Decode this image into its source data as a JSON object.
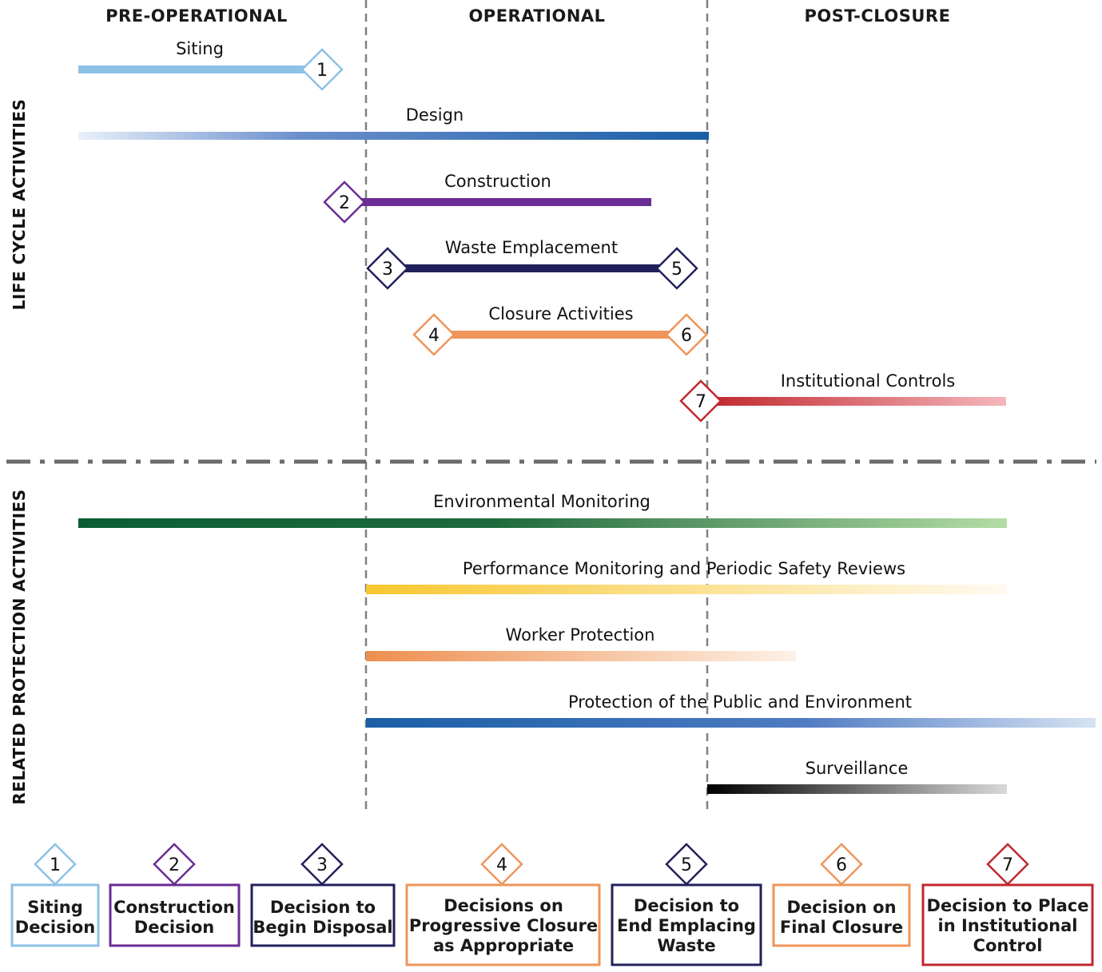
{
  "phases": [
    {
      "id": "pre",
      "label": "PRE-OPERATIONAL"
    },
    {
      "id": "op",
      "label": "OPERATIONAL"
    },
    {
      "id": "post",
      "label": "POST-CLOSURE"
    }
  ],
  "sections": {
    "life_cycle": "LIFE CYCLE ACTIVITIES",
    "related": "RELATED PROTECTION ACTIVITIES"
  },
  "life_cycle_activities": [
    {
      "label": "Siting",
      "color": "#8ec1e6"
    },
    {
      "label": "Design",
      "color": "#1a5fa6"
    },
    {
      "label": "Construction",
      "color": "#6a2d93"
    },
    {
      "label": "Waste Emplacement",
      "color": "#22205c"
    },
    {
      "label": "Closure Activities",
      "color": "#ef955a"
    },
    {
      "label": "Institutional Controls",
      "color": "#c1272d"
    }
  ],
  "related_activities": [
    {
      "label": "Environmental Monitoring",
      "color": "#0b5e34"
    },
    {
      "label": "Performance Monitoring and Periodic Safety Reviews",
      "color": "#f8c730"
    },
    {
      "label": "Worker Protection",
      "color": "#ef955a"
    },
    {
      "label": "Protection of the Public and Environment",
      "color": "#1a5fa6"
    },
    {
      "label": "Surveillance",
      "color": "#000000"
    }
  ],
  "decisions": [
    {
      "num": "1",
      "lines": [
        "Siting",
        "Decision"
      ],
      "color": "#8ec1e6"
    },
    {
      "num": "2",
      "lines": [
        "Construction",
        "Decision"
      ],
      "color": "#6a2d93"
    },
    {
      "num": "3",
      "lines": [
        "Decision to",
        "Begin Disposal"
      ],
      "color": "#22205c"
    },
    {
      "num": "4",
      "lines": [
        "Decisions on",
        "Progressive Closure",
        "as Appropriate"
      ],
      "color": "#ef955a"
    },
    {
      "num": "5",
      "lines": [
        "Decision to",
        "End Emplacing",
        "Waste"
      ],
      "color": "#22205c"
    },
    {
      "num": "6",
      "lines": [
        "Decision on",
        "Final Closure"
      ],
      "color": "#ef955a"
    },
    {
      "num": "7",
      "lines": [
        "Decision to Place",
        "in Institutional",
        "Control"
      ],
      "color": "#c1272d"
    }
  ]
}
